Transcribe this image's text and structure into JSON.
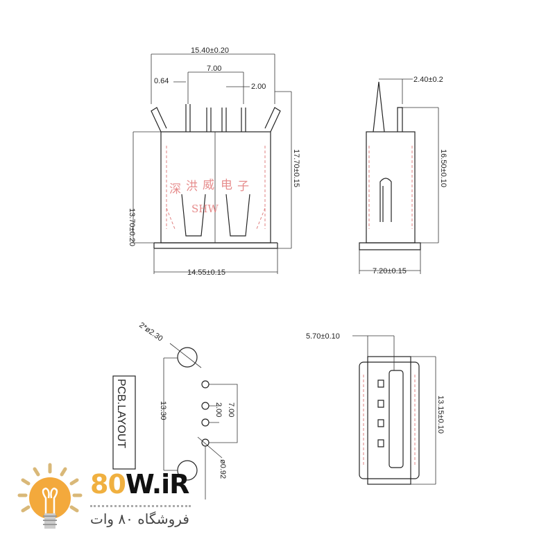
{
  "front_view": {
    "width_total": "15.40±0.20",
    "pin_span": "7.00",
    "pin_width": "0.64",
    "pin_pitch": "2.00",
    "body_height": "13.70±0.20",
    "total_height": "17.70±0.15",
    "body_width": "14.55±0.15",
    "watermark_chars": [
      "深",
      "洪",
      "威",
      "电",
      "子"
    ],
    "watermark_brand": "SHW"
  },
  "side_view": {
    "tab_width": "2.40±0.2",
    "height": "16.50±0.10",
    "depth": "7.20±0.15"
  },
  "pcb_layout": {
    "title": "PCB.LAYOUT",
    "mount_hole": "2*ø2.30",
    "hole_spacing": "13.30",
    "pin_span": "7.00",
    "pin_pitch": "2.00",
    "pin_hole": "ø0.92"
  },
  "top_view": {
    "width": "5.70±0.10",
    "length": "13.15±0.10"
  },
  "logo": {
    "brand_num": "80",
    "brand_rest": "W.iR",
    "tagline": "فروشگاه ۸۰ وات",
    "accent": "#f0b040"
  }
}
